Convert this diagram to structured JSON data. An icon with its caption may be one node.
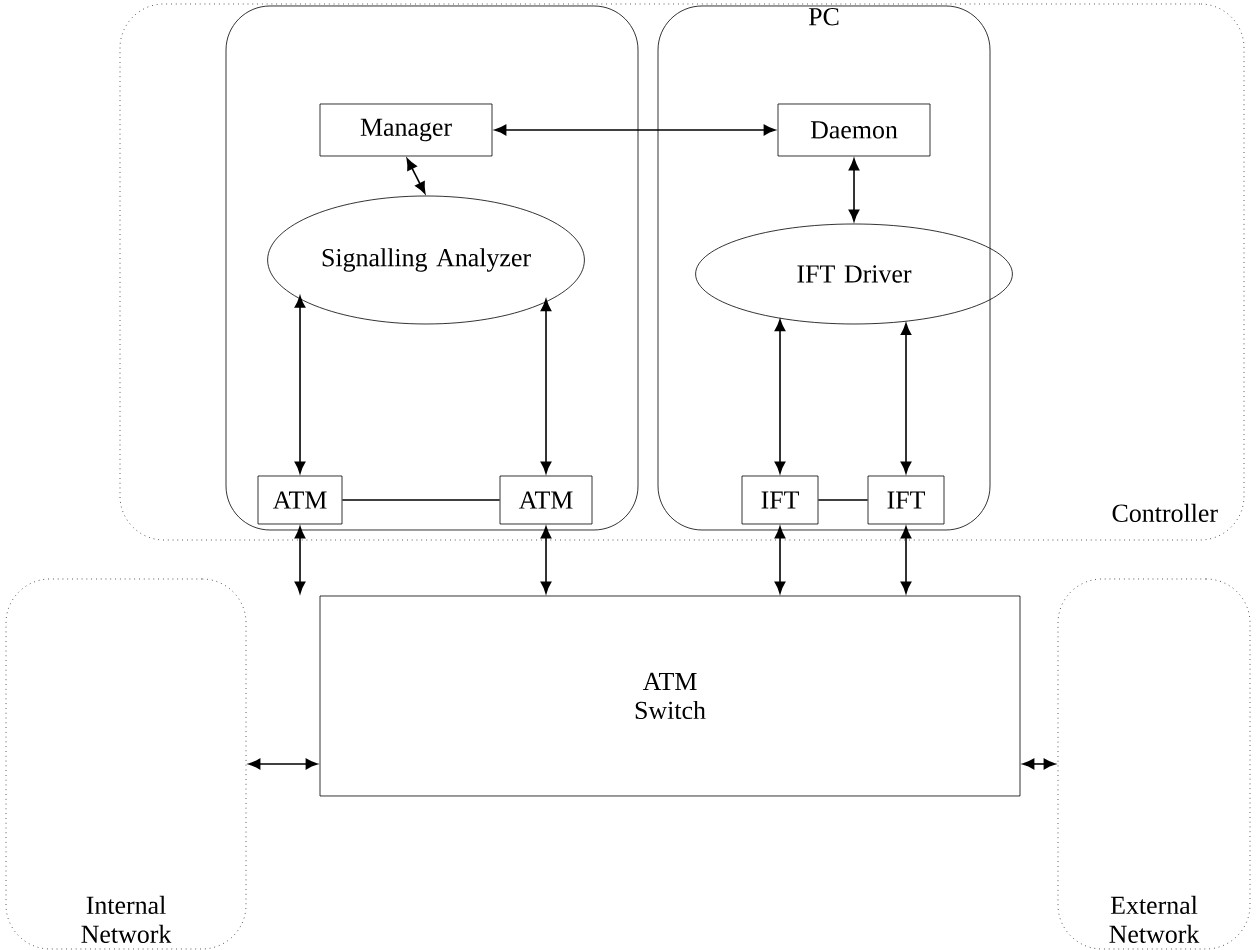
{
  "diagram": {
    "nodes": [
      {
        "text": [
          "Controller"
        ]
      },
      {
        "text": [],
        "shape": "box",
        "in": 0
      },
      {
        "text": [
          "Manager"
        ],
        "in": 1
      },
      {
        "text": [
          "Signalling Analyzer"
        ],
        "in": 1
      },
      {
        "text": [
          "ATM"
        ],
        "in": 1
      },
      {
        "text": [
          "ATM"
        ],
        "in": 1
      },
      {
        "text": [
          "PC"
        ],
        "in": 0
      },
      {
        "text": [
          "Daemon"
        ],
        "in": 6
      },
      {
        "text": [
          "IFT Driver"
        ],
        "in": 6
      },
      {
        "text": [
          "IFT"
        ],
        "in": 6
      },
      {
        "text": [
          "IFT"
        ],
        "in": 6
      },
      {
        "text": [
          "Internal Network"
        ]
      },
      {
        "text": [
          "ATM Switch"
        ]
      },
      {
        "text": [
          "External Network"
        ]
      }
    ],
    "edges": [
      {
        "from": 2,
        "to": 7,
        "arrow": "both"
      },
      {
        "from": 2,
        "to": 3,
        "arrow": "both"
      },
      {
        "from": 3,
        "to": 4,
        "arrow": "both"
      },
      {
        "from": 3,
        "to": 5,
        "arrow": "both"
      },
      {
        "from": 4,
        "to": 5,
        "arrow": "none"
      },
      {
        "from": 7,
        "to": 8,
        "arrow": "both"
      },
      {
        "from": 8,
        "to": 9,
        "arrow": "both"
      },
      {
        "from": 8,
        "to": 10,
        "arrow": "both"
      },
      {
        "from": 9,
        "to": 10,
        "arrow": "none"
      },
      {
        "from": 4,
        "to": 12,
        "arrow": "both"
      },
      {
        "from": 5,
        "to": 12,
        "arrow": "both"
      },
      {
        "from": 9,
        "to": 12,
        "arrow": "both"
      },
      {
        "from": 10,
        "to": 12,
        "arrow": "both"
      },
      {
        "from": 11,
        "to": 12,
        "arrow": "both"
      },
      {
        "from": 12,
        "to": 13,
        "arrow": "both"
      }
    ]
  }
}
